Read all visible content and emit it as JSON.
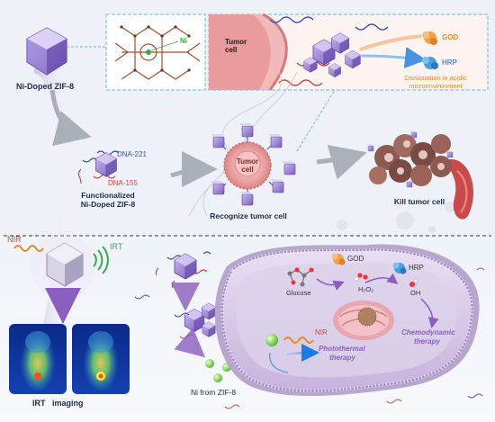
{
  "labels": {
    "ni_doped_zif8": "Ni-Doped ZIF-8",
    "ni_atom": "Ni",
    "tumor_cell": "Tumor\ncell",
    "god_top": "GOD",
    "hrp_top": "HRP",
    "dissociation_line1": "Dissociation in acidic",
    "dissociation_line2": "microenvironment",
    "dna_221": "DNA-221",
    "dna_155": "DNA-155",
    "functionalized_line1": "Functionalized",
    "functionalized_line2": "Ni-Doped ZIF-8",
    "tumor_cell_center": "Tumor\ncell",
    "recognize_tumor_cell": "Recognize tumor cell",
    "kill_tumor_cell": "Kill tumor cell",
    "nir_left": "NIR",
    "irt": "IRT",
    "irt_imaging": "IRT   imaging",
    "god_bottom": "GOD",
    "hrp_bottom": "HRP",
    "glucose": "Glucose",
    "h2o2": "H₂O₂",
    "oh": "OH",
    "nir_bottom": "NIR",
    "photothermal_line1": "Photothermal",
    "photothermal_line2": "therapy",
    "chemodynamic_line1": "Chemodynamic",
    "chemodynamic_line2": "therapy",
    "ni_from_zif8": "Ni from ZIF-8"
  },
  "colors": {
    "zif_purple": "#9b7fd4",
    "dna_blue": "#3d4fb0",
    "dna_red": "#c4473d",
    "tumor_pink": "#e8a0a0",
    "nir_orange": "#e88a1a",
    "irt_green": "#3aa84a",
    "ni_green": "#8fdc6a",
    "cell_lavender": "#d9cbe8",
    "label_orange": "#e8902a",
    "label_blue": "#4a8fd8"
  }
}
